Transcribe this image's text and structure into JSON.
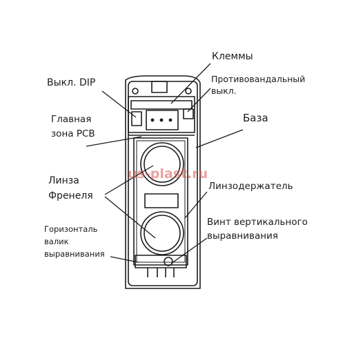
{
  "labels": {
    "terminals": "Клеммы",
    "tamper_line1": "Противовандальный",
    "tamper_line2": "выкл.",
    "dip": "Выкл. DIP",
    "pcb_line1": "Главная",
    "pcb_line2": "зона PCB",
    "base": "База",
    "fresnel_line1": "Линза",
    "fresnel_line2": "Френеля",
    "lens_holder": "Линзодержатель",
    "vertical_line1": "Винт вертикального",
    "vertical_line2": "выравнивания",
    "horizontal_line1": "Горизонталь",
    "horizontal_line2": "валик",
    "horizontal_line3": "выравнивания"
  },
  "watermark": "us-plast.ru",
  "colors": {
    "line": "#1a1a1a",
    "watermark": "#d9534f"
  }
}
